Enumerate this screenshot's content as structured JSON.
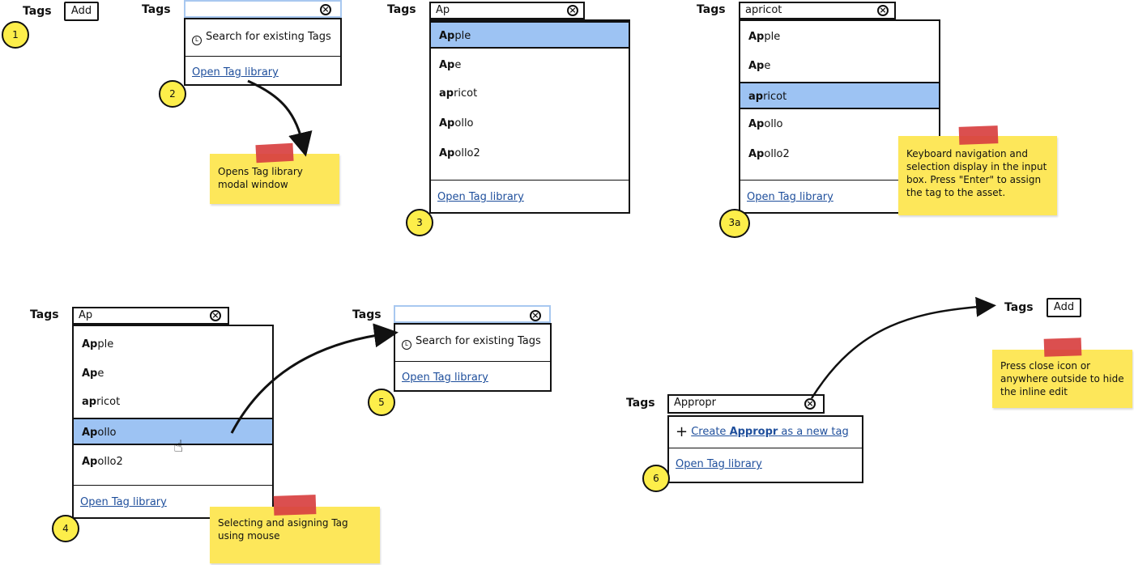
{
  "tags_label": "Tags",
  "add_label": "Add",
  "open_tag_library": "Open Tag library",
  "search_existing": "Search for existing Tags",
  "panel1": {
    "badge": "1"
  },
  "panel2": {
    "badge": "2",
    "note": "Opens Tag library modal window"
  },
  "panel3": {
    "badge": "3",
    "input_value": "Ap",
    "options": [
      {
        "match": "Ap",
        "rest": "ple"
      },
      {
        "match": "Ap",
        "rest": "e"
      },
      {
        "match": "ap",
        "rest": "ricot"
      },
      {
        "match": "Ap",
        "rest": "ollo"
      },
      {
        "match": "Ap",
        "rest": "ollo2"
      }
    ],
    "selected_index": 0
  },
  "panel3a": {
    "badge": "3a",
    "input_value": "apricot",
    "options": [
      {
        "match": "Ap",
        "rest": "ple"
      },
      {
        "match": "Ap",
        "rest": "e"
      },
      {
        "match": "ap",
        "rest": "ricot"
      },
      {
        "match": "Ap",
        "rest": "ollo"
      },
      {
        "match": "Ap",
        "rest": "ollo2"
      }
    ],
    "selected_index": 2,
    "note": "Keyboard navigation and selection display in the input box. Press \"Enter\" to assign the tag to the asset."
  },
  "panel4": {
    "badge": "4",
    "input_value": "Ap",
    "options": [
      {
        "match": "Ap",
        "rest": "ple"
      },
      {
        "match": "Ap",
        "rest": "e"
      },
      {
        "match": "ap",
        "rest": "ricot"
      },
      {
        "match": "Ap",
        "rest": "ollo"
      },
      {
        "match": "Ap",
        "rest": "ollo2"
      }
    ],
    "selected_index": 3,
    "note": "Selecting and asigning Tag using mouse"
  },
  "panel5": {
    "badge": "5"
  },
  "panel6": {
    "badge": "6",
    "input_value": "Appropr",
    "create_prefix": "Create ",
    "create_term": "Appropr",
    "create_suffix": " as a new tag"
  },
  "panel7": {
    "note": "Press close icon or anywhere outside to hide the inline edit"
  },
  "colors": {
    "highlight": "#9dc3f3",
    "note": "#fde75a",
    "tape": "#d84040",
    "badge": "#fdee4a",
    "link": "#1f4f9c"
  }
}
